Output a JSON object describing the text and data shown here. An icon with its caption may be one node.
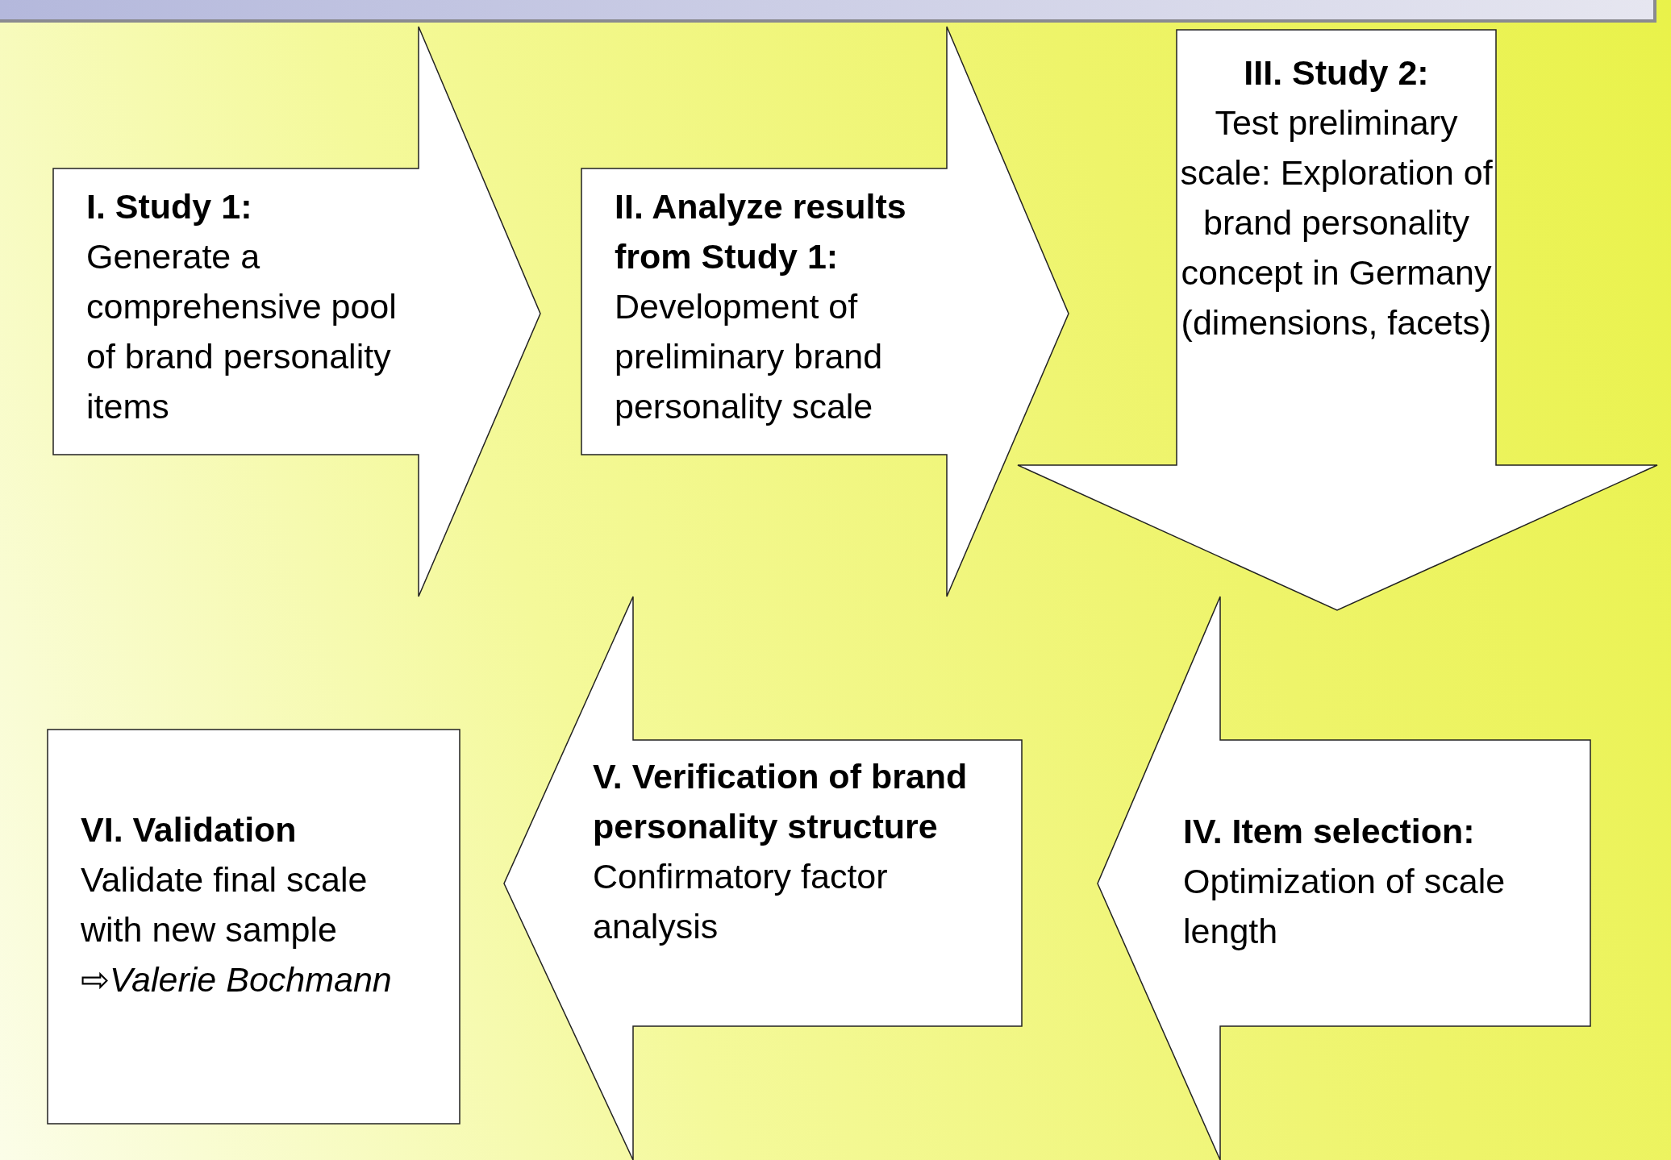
{
  "diagram": {
    "nodes": [
      {
        "text": [
          "I. Study 1:",
          "Generate a comprehensive pool of brand personality items"
        ]
      },
      {
        "text": [
          "II. Analyze results from Study 1:",
          "Development of preliminary brand personality scale"
        ]
      },
      {
        "text": [
          "III. Study 2:",
          "Test preliminary scale: Exploration of brand personality concept in Germany (dimensions, facets)"
        ]
      },
      {
        "text": [
          "IV. Item selection:",
          "Optimization of scale length"
        ]
      },
      {
        "text": [
          "V. Verification of brand personality structure",
          "Confirmatory factor analysis"
        ]
      },
      {
        "text": [
          "VI. Validation",
          "Validate final scale with new sample",
          "⇨*Valerie Bochmann*"
        ]
      }
    ],
    "edges": []
  }
}
